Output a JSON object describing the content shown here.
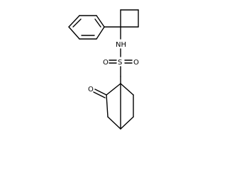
{
  "molecule": {
    "atoms": {
      "nh": "NH",
      "s": "S",
      "o_left": "O",
      "o_right": "O",
      "o_ketone": "O"
    }
  }
}
